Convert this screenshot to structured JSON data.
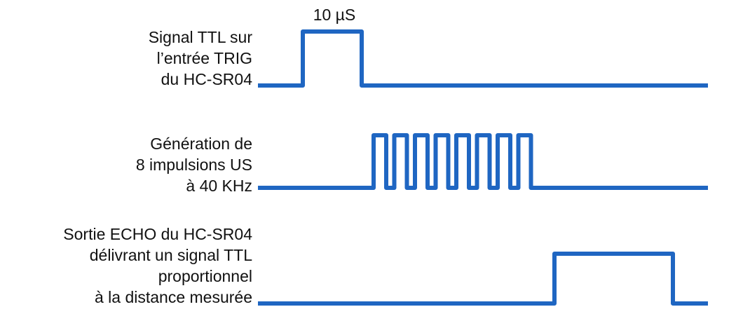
{
  "pulse_width_label": "10 µS",
  "signals": [
    {
      "id": "trig",
      "label_lines": [
        "Signal TTL sur",
        "l’entrée TRIG",
        "du HC-SR04"
      ]
    },
    {
      "id": "burst",
      "label_lines": [
        "Génération de",
        "8 impulsions US",
        "à 40 KHz"
      ],
      "pulse_count": 8
    },
    {
      "id": "echo",
      "label_lines": [
        "Sortie ECHO du HC-SR04",
        "délivrant un signal TTL",
        "proportionnel",
        "à la distance mesurée"
      ]
    }
  ],
  "colors": {
    "signal": "#1f66c2",
    "text": "#111111"
  }
}
